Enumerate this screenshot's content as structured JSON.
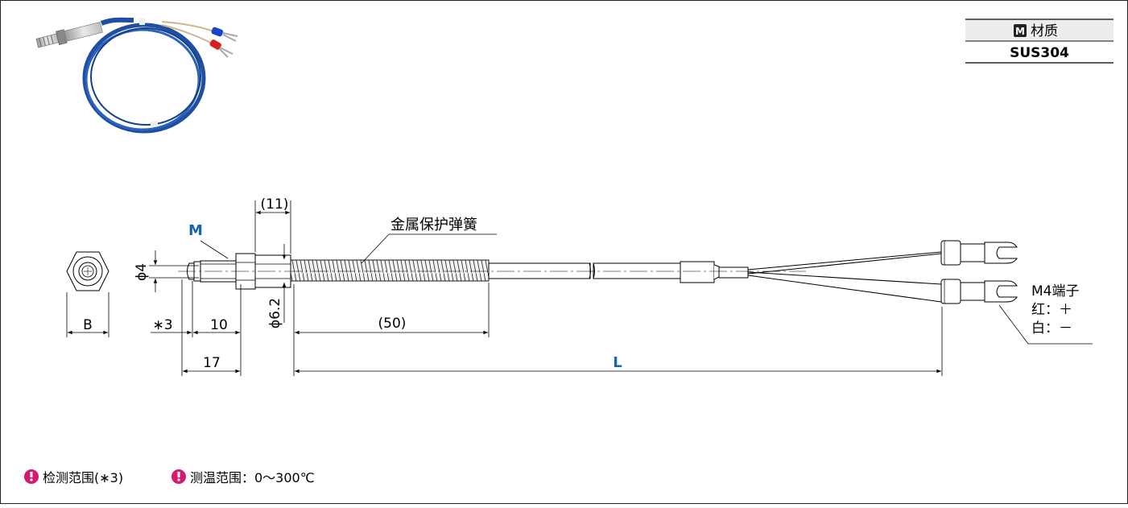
{
  "material_table": {
    "header_badge": "M",
    "header_label": "材质",
    "value": "SUS304"
  },
  "drawing": {
    "thread_label": "M",
    "spring_label": "金属保护弹簧",
    "dim_11": "(11)",
    "dim_phi4": "ϕ4",
    "dim_phi62": "ϕ6.2",
    "dim_b": "B",
    "dim_star3": "∗3",
    "dim_10": "10",
    "dim_17": "17",
    "dim_50": "(50)",
    "dim_L": "L",
    "terminal_line1": "M4端子",
    "terminal_line2": "红：＋",
    "terminal_line3": "白：－"
  },
  "legend": [
    {
      "text": "检测范围(∗3)"
    },
    {
      "text": "测温范围：0～300℃"
    }
  ],
  "colors": {
    "accent_blue": "#1565b0",
    "badge_magenta": "#d6196e",
    "cable_blue": "#1f4fa3"
  }
}
